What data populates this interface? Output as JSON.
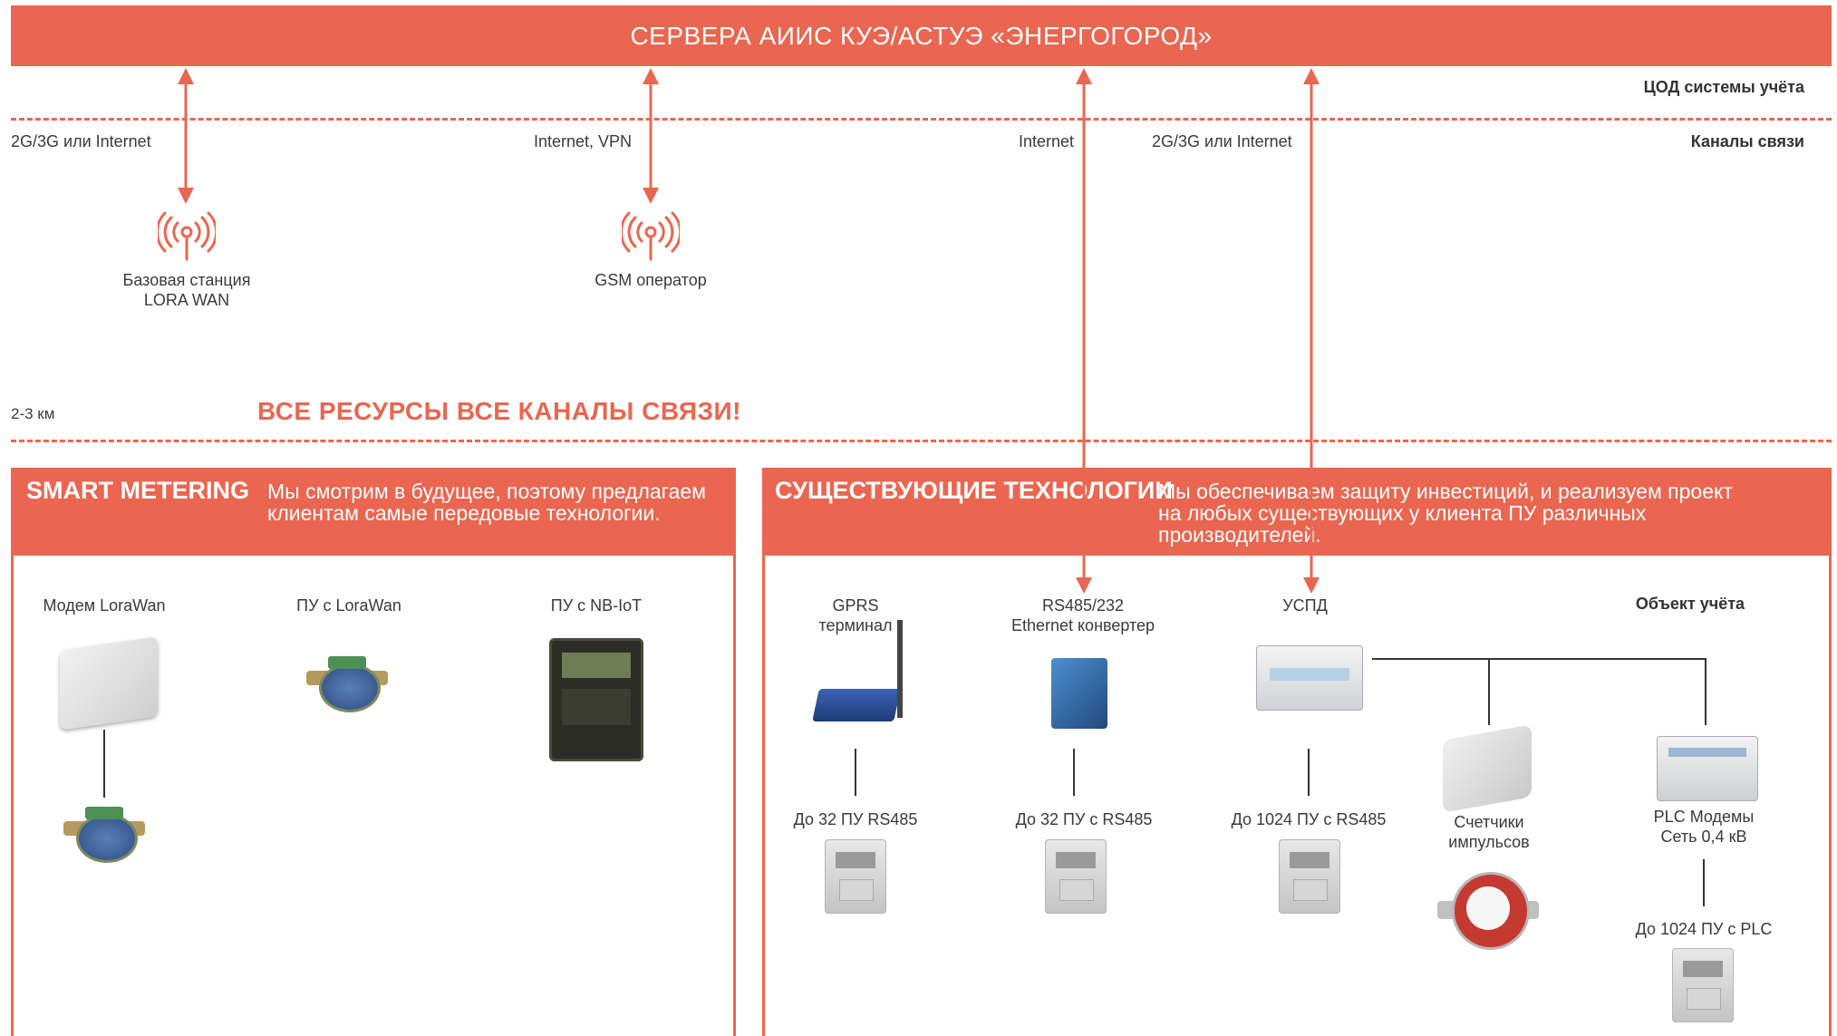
{
  "banner": {
    "title": "СЕРВЕРА АИИС КУЭ/АСТУЭ «ЭНЕРГОГОРОД»"
  },
  "right_labels": {
    "dc": "ЦОД системы учёта",
    "channels": "Каналы связи",
    "object": "Объект учёта"
  },
  "channel_labels": {
    "lora": "2G/3G или Internet",
    "gsm": "Internet, VPN",
    "internet": "Internet",
    "uspd": "2G/3G или Internet"
  },
  "distance": "2-3 км",
  "slogan": "ВСЕ РЕСУРСЫ ВСЕ КАНАЛЫ СВЯЗИ!",
  "stations": [
    {
      "label": "Базовая станция\nLORA WAN",
      "icon": "antenna-icon"
    },
    {
      "label": "GSM оператор",
      "icon": "antenna-icon"
    }
  ],
  "smart": {
    "title": "SMART METERING",
    "text": "Мы смотрим в будущее, поэтому предлагаем клиентам самые передовые технологии.",
    "devices": [
      "Модем LoraWan",
      "ПУ с LoraWan",
      "ПУ с NB-IoT"
    ]
  },
  "existing": {
    "title": "СУЩЕСТВУЮЩИЕ ТЕХНОЛОГИИ",
    "text": "Мы обеспечиваем защиту инвестиций, и реализуем проект на любых существующих у клиента ПУ различных производителей.",
    "devices": [
      "GPRS\nтерминал",
      "RS485/232\nEthernet конвертер",
      "УСПД",
      "Счетчики\nимпульсов",
      "PLC Модемы\nСеть 0,4 кВ"
    ],
    "capacity": [
      "До 32 ПУ RS485",
      "До 32 ПУ с RS485",
      "До 1024 ПУ с RS485",
      "До 1024 ПУ с PLC"
    ]
  },
  "colors": {
    "accent": "#ea6650",
    "line": "#333333"
  }
}
